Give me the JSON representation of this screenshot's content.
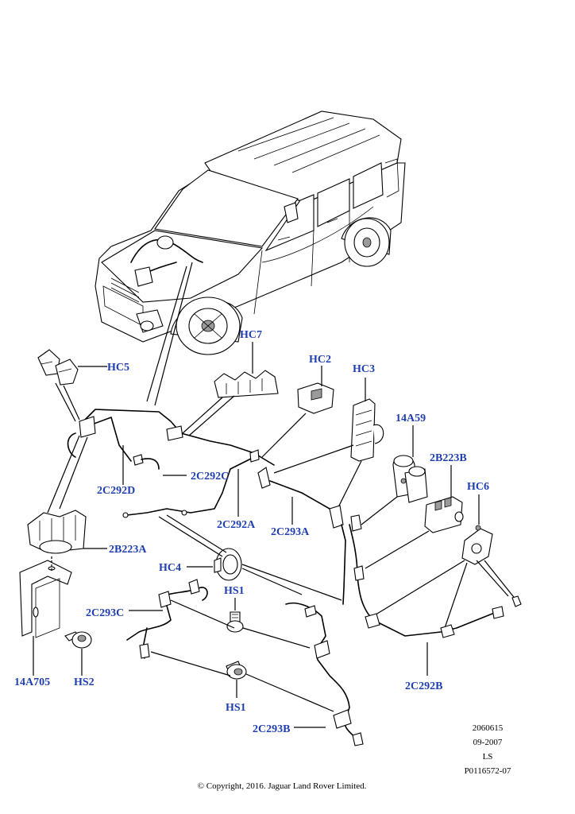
{
  "callouts": {
    "hc5": "HC5",
    "hc7": "HC7",
    "hc2": "HC2",
    "hc3": "HC3",
    "p14a59": "14A59",
    "p2b223b": "2B223B",
    "hc6": "HC6",
    "p2c292d": "2C292D",
    "p2c292c": "2C292C",
    "p2c292a": "2C292A",
    "p2c293a": "2C293A",
    "p2b223a": "2B223A",
    "hc4": "HC4",
    "hs1_top": "HS1",
    "p2c293c": "2C293C",
    "p14a705": "14A705",
    "hs2": "HS2",
    "hs1_bottom": "HS1",
    "p2c293b": "2C293B",
    "p2c292b": "2C292B"
  },
  "metadata": {
    "line1": "2060615",
    "line2": "09-2007",
    "line3": "LS",
    "line4": "P0116572-07"
  },
  "copyright": "© Copyright, 2016. Jaguar Land Rover Limited.",
  "colors": {
    "callout": "#1f3fb0",
    "line": "#000000",
    "shade": "#9a9a9a"
  }
}
